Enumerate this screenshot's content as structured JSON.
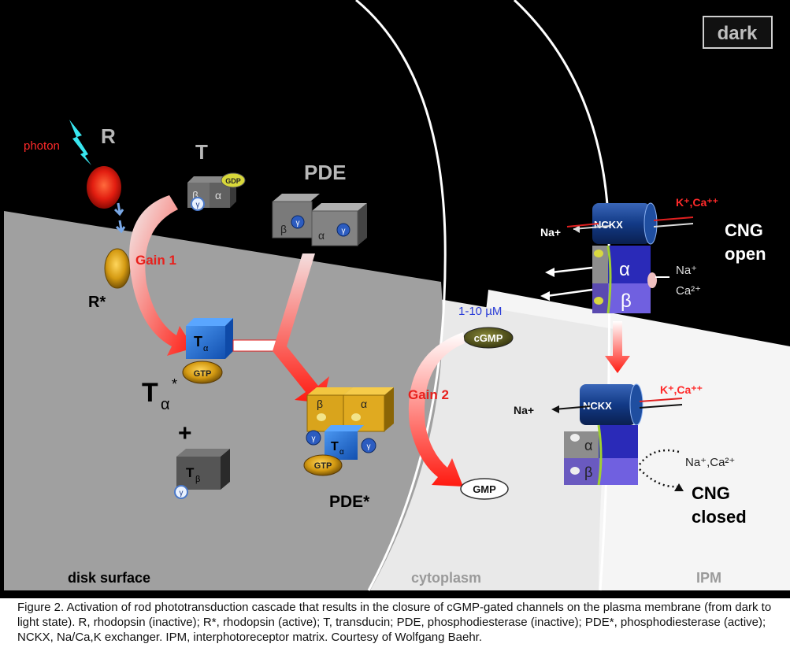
{
  "figure": {
    "state_label": "dark",
    "regions": {
      "disk_surface": "disk surface",
      "cytoplasm": "cytoplasm",
      "ipm": "IPM"
    },
    "photon_label": "photon",
    "R_label": "R",
    "R_star_label": "R*",
    "T_label": "T",
    "PDE_label": "PDE",
    "PDE_star_label": "PDE*",
    "gain1": "Gain 1",
    "gain2": "Gain 2",
    "plus": "+",
    "concentration": "1-10 µM",
    "cGMP": "cGMP",
    "GMP": "GMP",
    "GDP": "GDP",
    "GTP": "GTP",
    "alpha": "α",
    "beta": "β",
    "gamma": "γ",
    "T_alpha": "T",
    "T_alpha_sub": "α",
    "T_beta_sub": "β",
    "T_alpha_star_sup": "*",
    "NCKX": "NCKX",
    "K_Ca": "K⁺,Ca⁺⁺",
    "Na_plus": "Na+",
    "Na_ion": "Na⁺",
    "Ca_ion": "Ca²⁺",
    "Na_Ca": "Na⁺,Ca²⁺",
    "CNG_open_1": "CNG",
    "CNG_open_2": "open",
    "CNG_closed_1": "CNG",
    "CNG_closed_2": "closed",
    "colors": {
      "dark_bg": "#000000",
      "disk_gray": "#a0a0a0",
      "gain_red": "#e8201c",
      "conc_blue": "#2a3cd8",
      "tail_gold": "#d9a41c",
      "transducin_blue": "#1e66c8"
    }
  },
  "caption": "Figure 2. Activation of rod phototransduction cascade that results in the closure of cGMP-gated channels on the plasma membrane (from dark to light state). R, rhodopsin (inactive); R*, rhodopsin (active); T, transducin; PDE, phosphodiesterase (inactive); PDE*, phosphodiesterase (active); NCKX, Na/Ca,K exchanger. IPM, interphotoreceptor matrix. Courtesy of Wolfgang Baehr."
}
